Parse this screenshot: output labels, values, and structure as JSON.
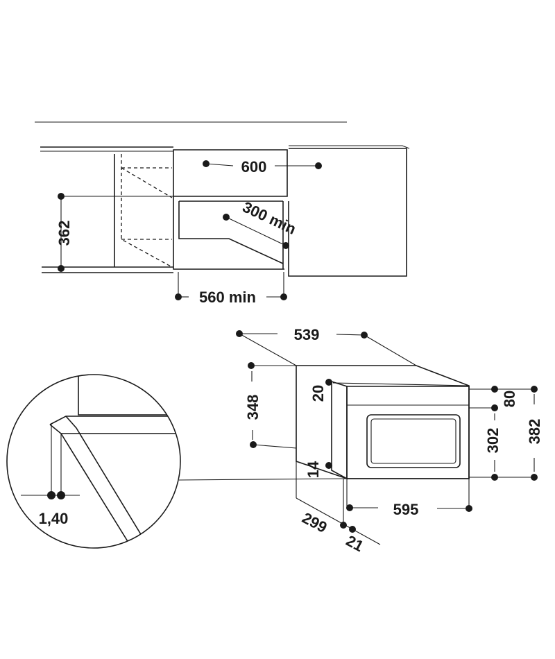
{
  "colors": {
    "ink": "#1a1a1a",
    "background": "#ffffff"
  },
  "top_view": {
    "width_label": "600",
    "depth_min_label": "300 min",
    "height_label": "362",
    "niche_width_label": "560 min"
  },
  "side_view": {
    "depth_label": "539",
    "height_label": "348",
    "frame_offset_top_label": "20",
    "frame_offset_bottom_label": "14",
    "depth_bottom_label": "299",
    "front_depth_label": "21",
    "front_width_label": "595",
    "panel_top_label": "80",
    "door_height_label": "302",
    "total_height_label": "382"
  },
  "detail": {
    "gap_label": "1,40"
  }
}
